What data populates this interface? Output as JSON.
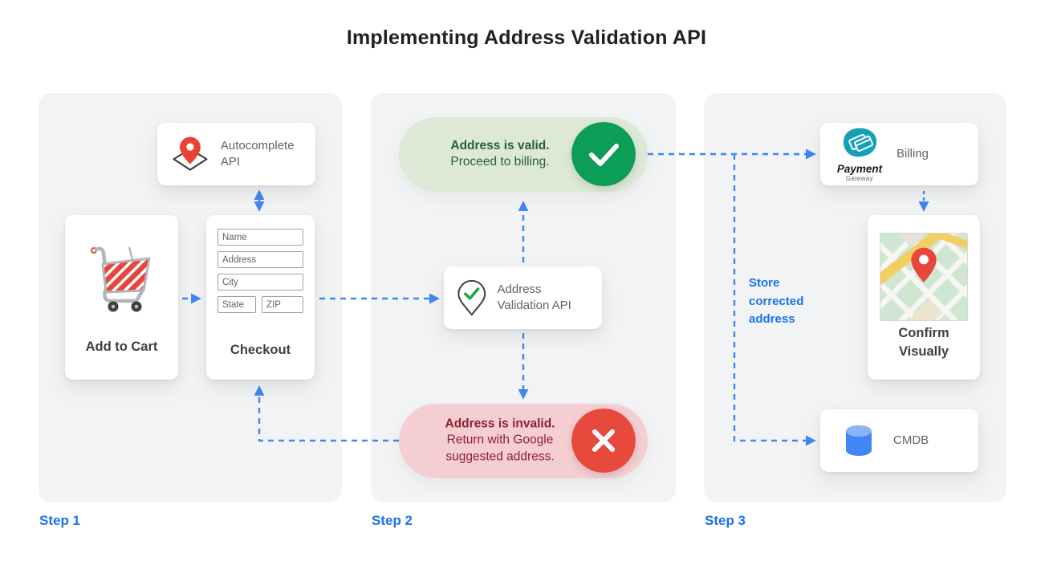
{
  "title": "Implementing Address Validation API",
  "steps": {
    "step1": "Step 1",
    "step2": "Step 2",
    "step3": "Step 3"
  },
  "step1": {
    "autocomplete_label": "Autocomplete API",
    "cart_label": "Add to Cart",
    "checkout_label": "Checkout",
    "fields": {
      "name": "Name",
      "address": "Address",
      "city": "City",
      "state": "State",
      "zip": "ZIP"
    }
  },
  "step2": {
    "valid_title": "Address is valid.",
    "valid_subtitle": "Proceed to billing.",
    "validation_label": "Address Validation API",
    "invalid_title": "Address is invalid.",
    "invalid_subtitle": "Return with Google suggested address."
  },
  "step3": {
    "billing_label": "Billing",
    "payment_brand": "Payment",
    "payment_sub": "Gateway",
    "confirm_label": "Confirm Visually",
    "cmdb_label": "CMDB",
    "store_note": "Store corrected address"
  },
  "icons": {
    "autocomplete": "map-pin-icon",
    "cart": "shopping-cart-icon",
    "validation": "pin-check-icon",
    "valid": "check-circle-icon",
    "invalid": "x-circle-icon",
    "billing": "payment-gateway-icon",
    "confirm": "map-thumbnail",
    "cmdb": "database-icon"
  },
  "colors": {
    "panel_bg": "#f1f3f4",
    "arrow_blue": "#4285f4",
    "step_blue": "#1a73e8",
    "valid_circle": "#0c9d57",
    "valid_bg": "#dde9d6",
    "valid_text": "#275e3e",
    "invalid_circle": "#e8493d",
    "invalid_bg": "#f5ced2",
    "invalid_text": "#8e2230",
    "pin_red": "#ea4335",
    "check_green": "#21a453",
    "gray_label": "#5f6368",
    "dark_label": "#3c4043"
  }
}
